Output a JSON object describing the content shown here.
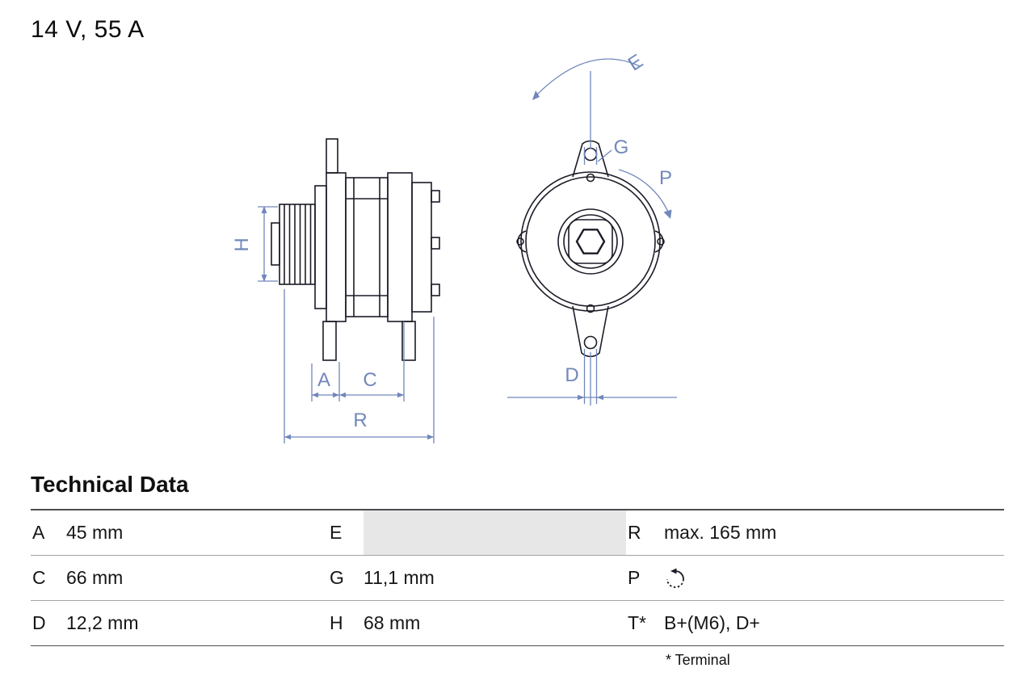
{
  "header": {
    "rating": "14 V, 55 A"
  },
  "diagram": {
    "views": [
      "alternator-side-view",
      "alternator-front-view"
    ],
    "line_color": "#1c1c28",
    "accent_color": "#7187bb",
    "dimension_labels": {
      "h": "H",
      "a": "A",
      "c": "C",
      "r": "R",
      "e": "E",
      "g": "G",
      "p": "P",
      "d": "D"
    }
  },
  "table": {
    "title": "Technical Data",
    "empty_cell_color": "#e7e7e7",
    "rows": [
      {
        "cells": [
          {
            "label": "A",
            "value": "45 mm"
          },
          {
            "label": "E",
            "value": ""
          },
          {
            "label": "R",
            "value": "max. 165 mm"
          }
        ]
      },
      {
        "cells": [
          {
            "label": "C",
            "value": "66 mm"
          },
          {
            "label": "G",
            "value": "11,1 mm"
          },
          {
            "label": "P",
            "value": "",
            "icon": "rotation-direction-icon"
          }
        ]
      },
      {
        "cells": [
          {
            "label": "D",
            "value": "12,2 mm"
          },
          {
            "label": "H",
            "value": "68 mm"
          },
          {
            "label": "T*",
            "value": "B+(M6), D+"
          }
        ]
      }
    ],
    "footnote": "* Terminal"
  }
}
